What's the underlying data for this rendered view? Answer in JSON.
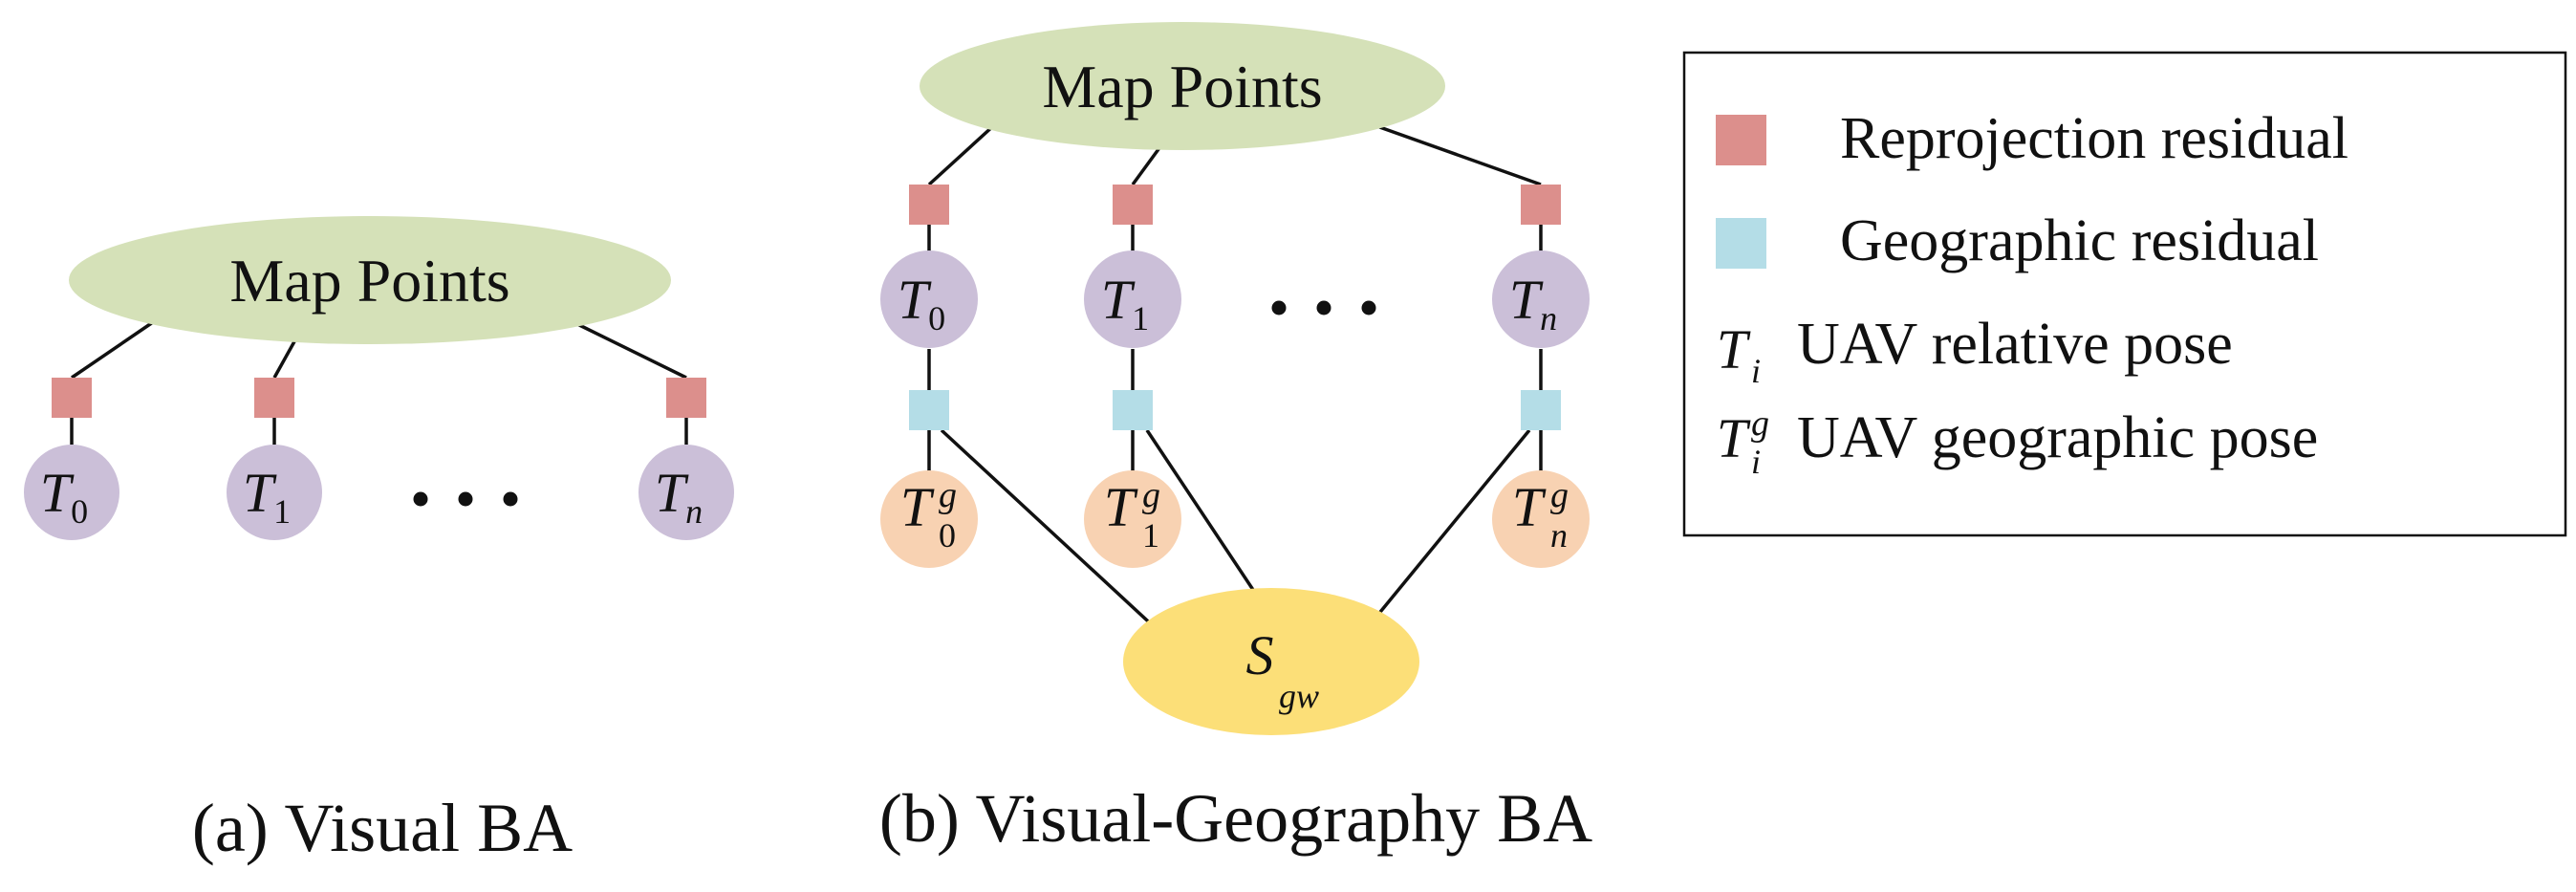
{
  "panel_a": {
    "map_points": "Map Points",
    "poses": [
      {
        "base": "T",
        "sub": "0"
      },
      {
        "base": "T",
        "sub": "1"
      },
      {
        "base": "T",
        "sub": "n"
      }
    ],
    "ellipsis": "• • •",
    "caption": "(a) Visual BA"
  },
  "panel_b": {
    "map_points": "Map Points",
    "poses": [
      {
        "base": "T",
        "sub": "0"
      },
      {
        "base": "T",
        "sub": "1"
      },
      {
        "base": "T",
        "sub": "n"
      }
    ],
    "geo_poses": [
      {
        "base": "T",
        "sup": "g",
        "sub": "0"
      },
      {
        "base": "T",
        "sup": "g",
        "sub": "1"
      },
      {
        "base": "T",
        "sup": "g",
        "sub": "n"
      }
    ],
    "ellipsis": "• • •",
    "scale_node": {
      "base": "S",
      "sub": "gw"
    },
    "caption": "(b) Visual-Geography BA"
  },
  "legend": {
    "items": [
      {
        "label": "Reprojection residual"
      },
      {
        "label": "Geographic residual"
      },
      {
        "symbol_base": "T",
        "symbol_sub": "i",
        "label": "UAV relative pose"
      },
      {
        "symbol_base": "T",
        "symbol_sup": "g",
        "symbol_sub": "i",
        "label": "UAV geographic pose"
      }
    ]
  },
  "colors": {
    "map_points": "#d5e1b8",
    "reprojection_factor": "#dc8f8c",
    "geographic_factor": "#b4dde7",
    "relative_pose": "#cbbfd8",
    "geographic_pose": "#f8d2b2",
    "scale_node": "#fcdf78",
    "edge": "#111111"
  }
}
